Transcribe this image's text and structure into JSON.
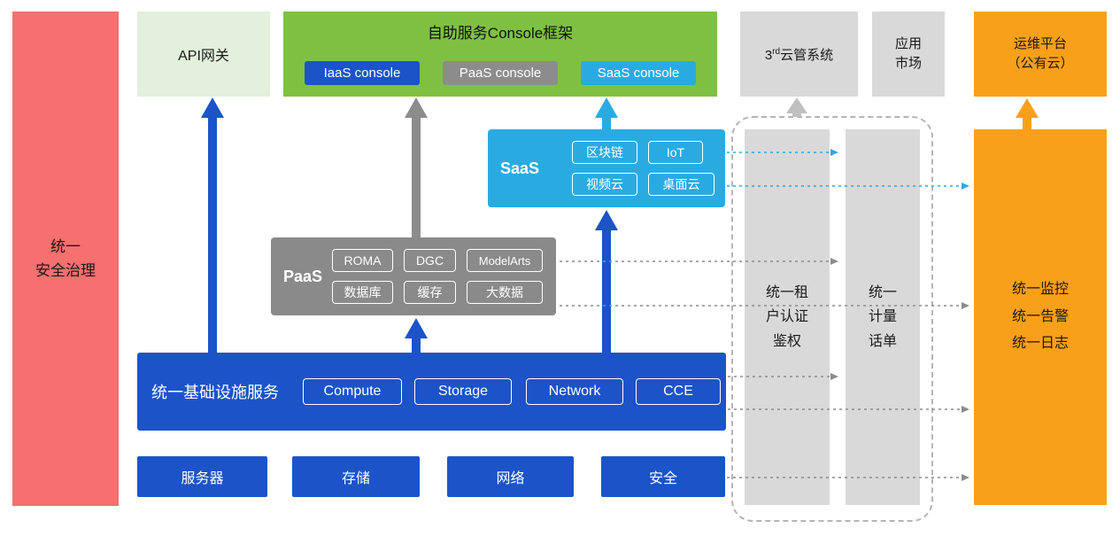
{
  "colors": {
    "red": "#F5706E",
    "light_green": "#E2F0DC",
    "green": "#7EC142",
    "blue": "#1C53C9",
    "gray": "#8A8A8A",
    "light_gray": "#D9D9D9",
    "cyan": "#29ABE2",
    "orange": "#F9A01B"
  },
  "security_bar": {
    "label": "统一\n安全治理"
  },
  "api_gateway": {
    "label": "API网关"
  },
  "console_frame": {
    "title": "自助服务Console框架",
    "buttons": [
      {
        "label": "IaaS console"
      },
      {
        "label": "PaaS console"
      },
      {
        "label": "SaaS console"
      }
    ]
  },
  "third_party_cloud": {
    "prefix": "3",
    "sup": "rd",
    "suffix": "云管系统"
  },
  "app_market": {
    "label": "应用\n市场"
  },
  "ops_platform": {
    "label": "运维平台\n（公有云）"
  },
  "saas": {
    "label": "SaaS",
    "items": [
      "区块链",
      "IoT",
      "视频云",
      "桌面云"
    ]
  },
  "paas": {
    "label": "PaaS",
    "items": [
      "ROMA",
      "DGC",
      "ModelArts",
      "数据库",
      "缓存",
      "大数据"
    ]
  },
  "infrastructure": {
    "label": "统一基础设施服务",
    "items": [
      "Compute",
      "Storage",
      "Network",
      "CCE"
    ]
  },
  "hardware_row": {
    "items": [
      "服务器",
      "存储",
      "网络",
      "安全"
    ]
  },
  "auth_bar": {
    "label": "统一租\n户认证\n鉴权"
  },
  "billing_bar": {
    "label": "统一\n计量\n话单"
  },
  "monitor_bar": {
    "label": "统一监控\n统一告警\n统一日志"
  }
}
